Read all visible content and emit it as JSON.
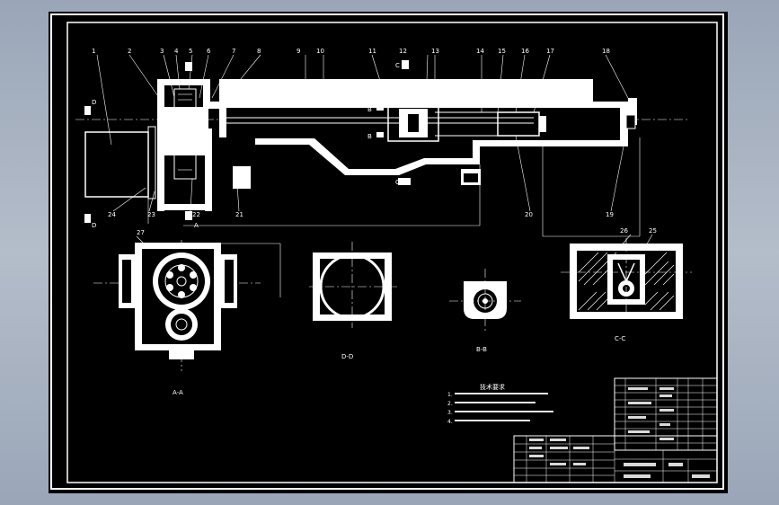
{
  "drawing": {
    "part_numbers": [
      "1",
      "2",
      "3",
      "4",
      "5",
      "6",
      "7",
      "8",
      "9",
      "10",
      "11",
      "12",
      "13",
      "14",
      "15",
      "16",
      "17",
      "18",
      "19",
      "20",
      "21",
      "22",
      "23",
      "24",
      "25",
      "26",
      "27"
    ],
    "section_marks": {
      "d": "D",
      "b": "B",
      "c": "C",
      "a": "A"
    },
    "view_labels": {
      "a_a": "A-A",
      "d_d": "D-D",
      "b_b": "B-B",
      "c_c": "C-C"
    },
    "notes_title": "技术要求",
    "notes_lines": [
      "1.",
      "2.",
      "3.",
      "4."
    ]
  },
  "colors": {
    "background": "#000000",
    "line": "#ffffff",
    "window_bg": "#a3adbd"
  }
}
